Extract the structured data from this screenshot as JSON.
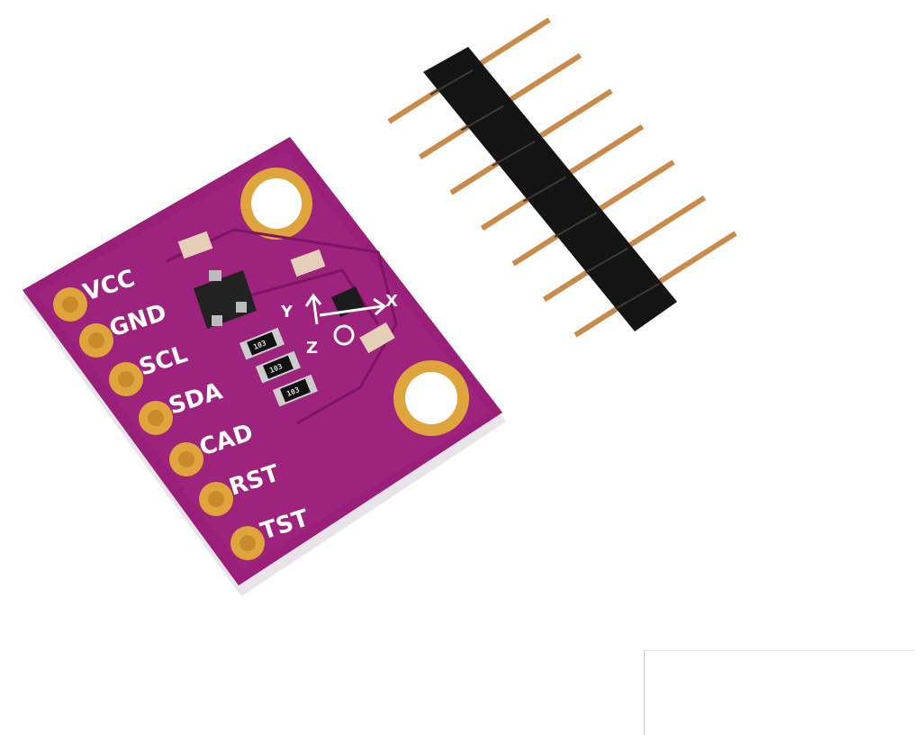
{
  "board": {
    "pin_labels": [
      "VCC",
      "GND",
      "SCL",
      "SDA",
      "CAD",
      "RST",
      "TST"
    ],
    "axis_labels": {
      "x": "X",
      "y": "Y",
      "z": "Z"
    },
    "resistor_codes": [
      "103",
      "103",
      "103"
    ],
    "colors": {
      "pcb": "#9a1f78",
      "pad": "#e0a43c",
      "header": "#141414",
      "pin": "#c98a4a"
    }
  },
  "header": {
    "pin_count": 7
  }
}
